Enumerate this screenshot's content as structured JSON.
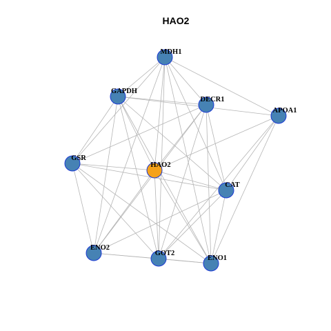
{
  "title": "HAO2",
  "colors": {
    "hub_fill": "#f5a21b",
    "node_fill": "#4682b4",
    "node_stroke": "#1c3ad4",
    "edge": "#b4b4b4"
  },
  "nodes": [
    {
      "id": "MDH1",
      "label": "MDH1",
      "hub": false
    },
    {
      "id": "GAPDH",
      "label": "GAPDH",
      "hub": false
    },
    {
      "id": "DECR1",
      "label": "DECR1",
      "hub": false
    },
    {
      "id": "APOA1",
      "label": "APOA1",
      "hub": false
    },
    {
      "id": "GSR",
      "label": "GSR",
      "hub": false
    },
    {
      "id": "HAO2",
      "label": "HAO2",
      "hub": true
    },
    {
      "id": "CAT",
      "label": "CAT",
      "hub": false
    },
    {
      "id": "ENO2",
      "label": "ENO2",
      "hub": false
    },
    {
      "id": "GOT2",
      "label": "GOT2",
      "hub": false
    },
    {
      "id": "ENO1",
      "label": "ENO1",
      "hub": false
    }
  ],
  "edges": [
    [
      "HAO2",
      "MDH1"
    ],
    [
      "HAO2",
      "GAPDH"
    ],
    [
      "HAO2",
      "DECR1"
    ],
    [
      "HAO2",
      "GSR"
    ],
    [
      "HAO2",
      "CAT"
    ],
    [
      "HAO2",
      "ENO2"
    ],
    [
      "HAO2",
      "GOT2"
    ],
    [
      "HAO2",
      "ENO1"
    ],
    [
      "HAO2",
      "APOA1"
    ],
    [
      "MDH1",
      "GAPDH"
    ],
    [
      "MDH1",
      "DECR1"
    ],
    [
      "MDH1",
      "APOA1"
    ],
    [
      "MDH1",
      "GSR"
    ],
    [
      "MDH1",
      "CAT"
    ],
    [
      "MDH1",
      "ENO2"
    ],
    [
      "MDH1",
      "GOT2"
    ],
    [
      "MDH1",
      "ENO1"
    ],
    [
      "GAPDH",
      "DECR1"
    ],
    [
      "GAPDH",
      "APOA1"
    ],
    [
      "GAPDH",
      "GSR"
    ],
    [
      "GAPDH",
      "CAT"
    ],
    [
      "GAPDH",
      "ENO2"
    ],
    [
      "GAPDH",
      "GOT2"
    ],
    [
      "GAPDH",
      "ENO1"
    ],
    [
      "DECR1",
      "GSR"
    ],
    [
      "DECR1",
      "CAT"
    ],
    [
      "DECR1",
      "ENO2"
    ],
    [
      "DECR1",
      "GOT2"
    ],
    [
      "DECR1",
      "ENO1"
    ],
    [
      "APOA1",
      "CAT"
    ],
    [
      "APOA1",
      "GOT2"
    ],
    [
      "APOA1",
      "ENO1"
    ],
    [
      "GSR",
      "CAT"
    ],
    [
      "GSR",
      "ENO2"
    ],
    [
      "GSR",
      "GOT2"
    ],
    [
      "GSR",
      "ENO1"
    ],
    [
      "CAT",
      "ENO2"
    ],
    [
      "CAT",
      "GOT2"
    ],
    [
      "CAT",
      "ENO1"
    ],
    [
      "ENO2",
      "GOT2"
    ],
    [
      "ENO2",
      "ENO1"
    ],
    [
      "GOT2",
      "ENO1"
    ]
  ]
}
